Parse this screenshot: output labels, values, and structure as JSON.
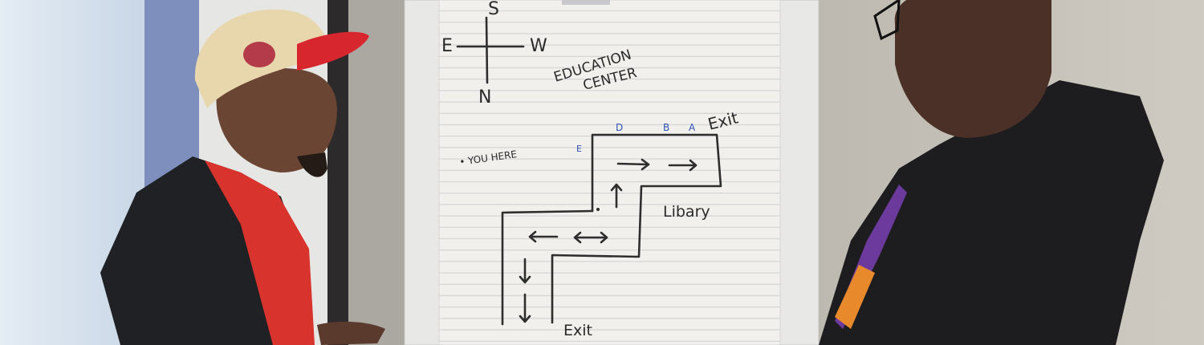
{
  "chart_paper": {
    "compass": {
      "south": "S",
      "east": "E",
      "west": "W",
      "north": "N"
    },
    "title_line1": "EDUCATION",
    "title_line2": "CENTER",
    "you_here": "• YOU HERE",
    "rooms": {
      "e": "E",
      "d": "D",
      "b": "B",
      "a": "A"
    },
    "exit_top": "Exit",
    "library": "Libary",
    "exit_bottom": "Exit"
  },
  "colors": {
    "paper": "#f1f0ec",
    "ink": "#2e2e2e",
    "blue_marker": "#2f52b5",
    "cap_red": "#d8262e",
    "shirt_red": "#d9332e",
    "hoodie": "#1d1d1f"
  }
}
